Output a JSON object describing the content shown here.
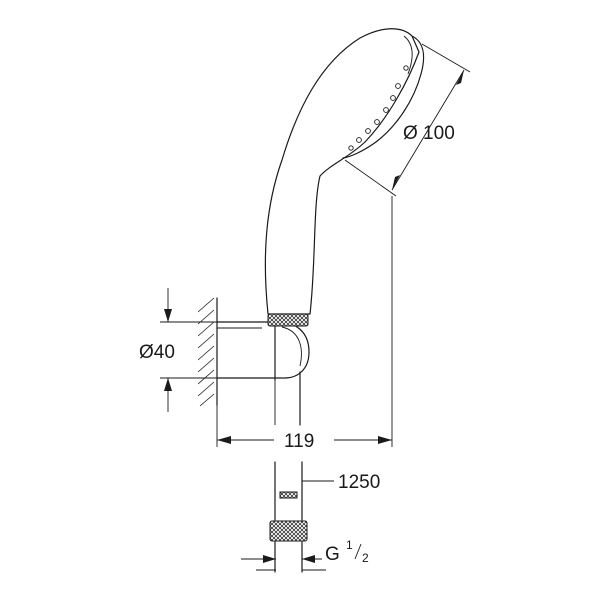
{
  "dimensions": {
    "head_diameter": "Ø 100",
    "holder_diameter": "Ø40",
    "depth": "119",
    "hose_length": "1250",
    "thread_prefix": "G",
    "thread_numerator": "1",
    "thread_denominator": "2"
  },
  "colors": {
    "line": "#1a1a1a",
    "background": "#ffffff"
  }
}
